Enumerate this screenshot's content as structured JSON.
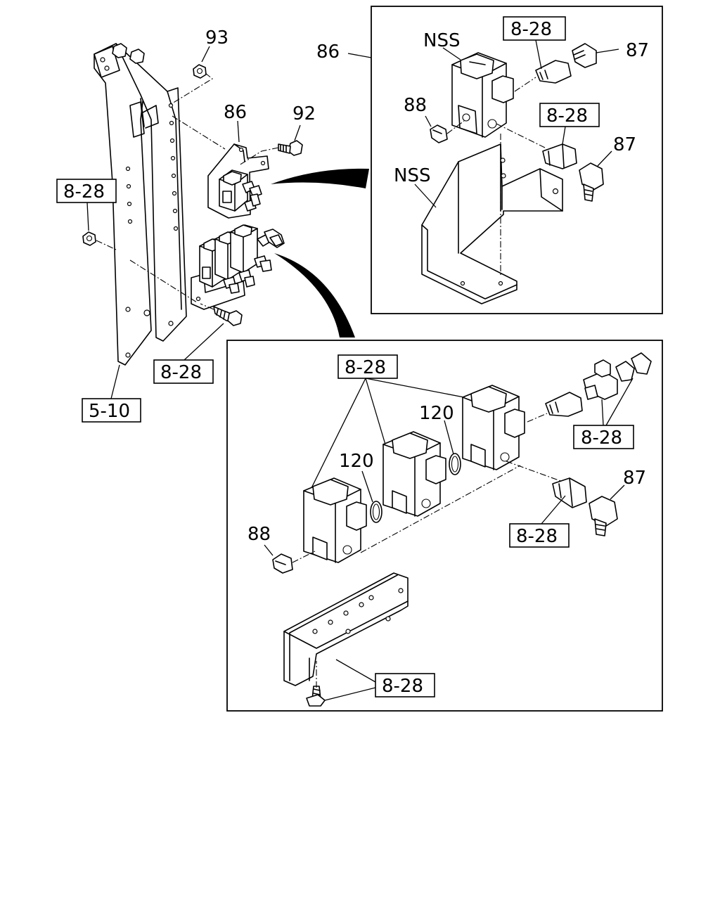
{
  "labels": {
    "l93": "93",
    "l86_main": "86",
    "l92": "92",
    "l828_left": "8-28",
    "l828_bolt": "8-28",
    "l510": "5-10",
    "l86_callout": "86",
    "lnss_top": "NSS",
    "l828_top_fitting": "8-28",
    "l87_top": "87",
    "l88_top": "88",
    "l828_mid_fitting": "8-28",
    "l87_mid": "87",
    "lnss_bracket": "NSS",
    "l828_valves": "8-28",
    "l120_a": "120",
    "l120_b": "120",
    "l828_tee": "8-28",
    "l87_bottom": "87",
    "l88_bottom": "88",
    "l828_bottom_fitting": "8-28",
    "l828_bracket_bolt": "8-28"
  },
  "colors": {
    "line": "#000000",
    "background": "#ffffff"
  }
}
